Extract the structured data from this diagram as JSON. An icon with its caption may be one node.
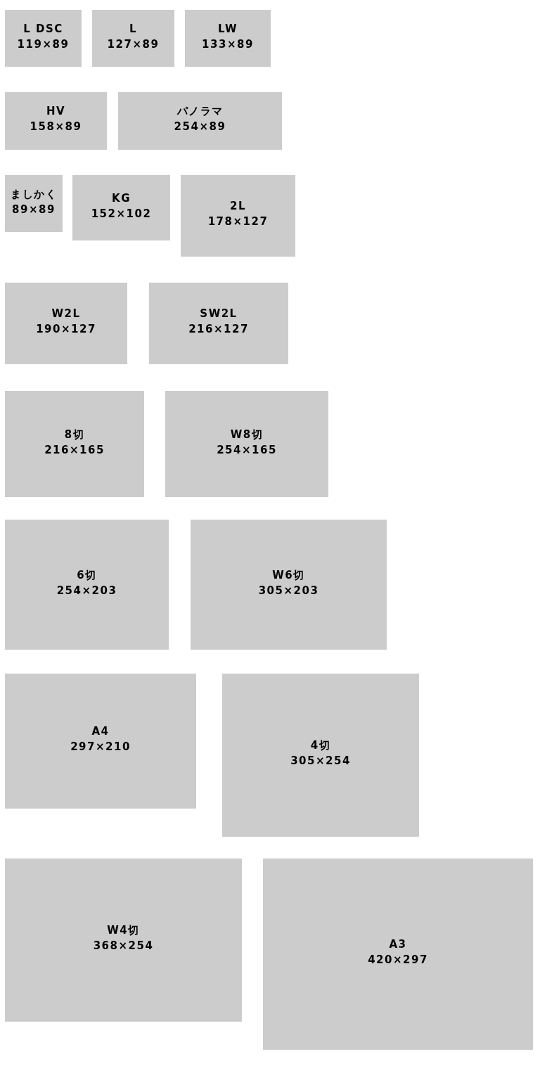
{
  "diagram": {
    "nodes": [
      {
        "text": [
          "L DSC",
          "119×89"
        ]
      },
      {
        "text": [
          "L",
          "127×89"
        ]
      },
      {
        "text": [
          "LW",
          "133×89"
        ]
      },
      {
        "text": [
          "HV",
          "158×89"
        ]
      },
      {
        "text": [
          "パノラマ",
          "254×89"
        ]
      },
      {
        "text": [
          "ましかく",
          "89×89"
        ]
      },
      {
        "text": [
          "KG",
          "152×102"
        ]
      },
      {
        "text": [
          "2L",
          "178×127"
        ]
      },
      {
        "text": [
          "W2L",
          "190×127"
        ]
      },
      {
        "text": [
          "SW2L",
          "216×127"
        ]
      },
      {
        "text": [
          "8切",
          "216×165"
        ]
      },
      {
        "text": [
          "W8切",
          "254×165"
        ]
      },
      {
        "text": [
          "6切",
          "254×203"
        ]
      },
      {
        "text": [
          "W6切",
          "305×203"
        ]
      },
      {
        "text": [
          "A4",
          "297×210"
        ]
      },
      {
        "text": [
          "4切",
          "305×254"
        ]
      },
      {
        "text": [
          "W4切",
          "368×254"
        ]
      },
      {
        "text": [
          "A3",
          "420×297"
        ]
      }
    ]
  }
}
